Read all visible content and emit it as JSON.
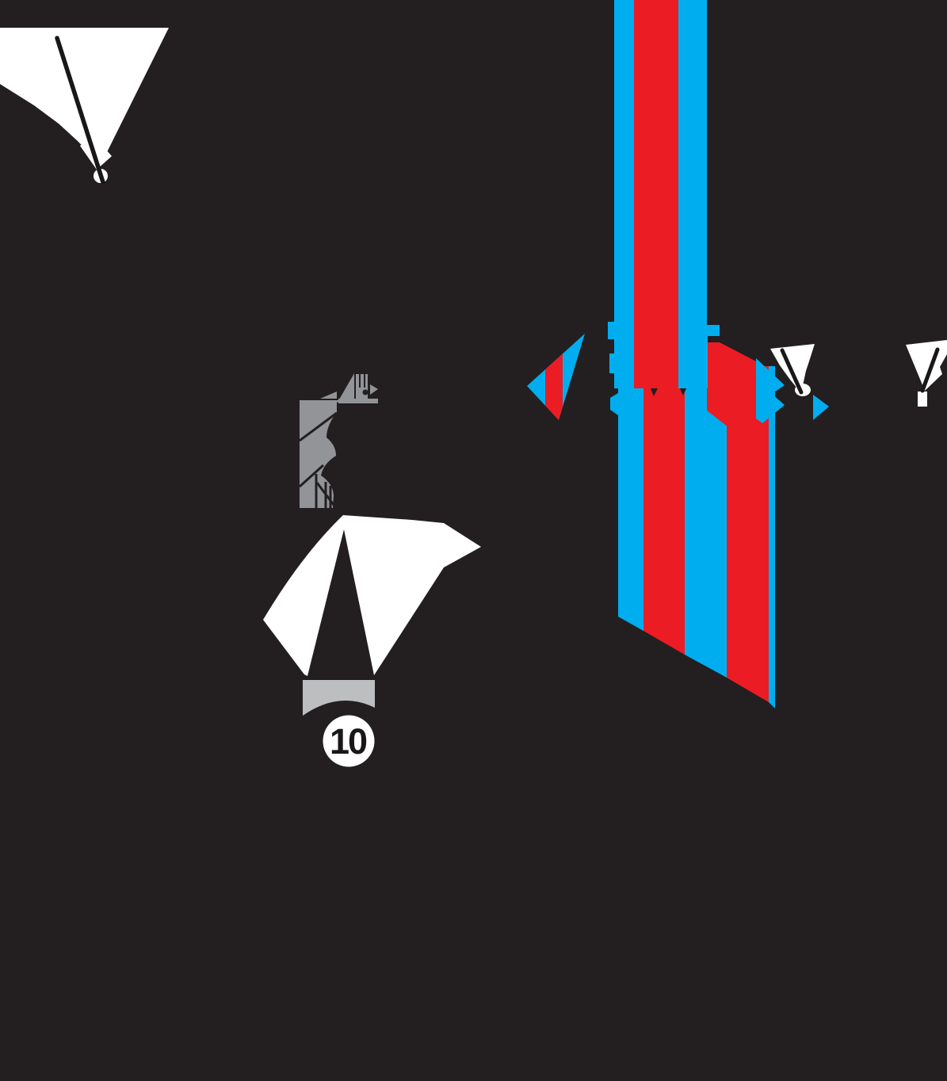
{
  "badge": {
    "number": "10"
  },
  "palette": {
    "background": "#231F20",
    "red": "#EC1C24",
    "blue": "#00AEEF",
    "white": "#FFFFFF",
    "gray_dark": "#929497",
    "gray_light": "#BCBEBF",
    "ink": "#1A1718"
  },
  "elements": {
    "top_left_pennant": "white pennant flag with black pole, upper left corner",
    "striped_cascade": "vertical red and blue striped column widening into a five-stripe block with diagonal lower edge",
    "left_splash_arrow": "small blue and red striped triangle left of the cascade",
    "right_flag_inner": "small white pennant with black pole beside cascade",
    "right_flag_edge": "small white pennant with black pole at right image edge",
    "cliff": "gray cliff block with crack lines",
    "bridge_structure": "small gray structure with pillars atop the cliff",
    "tent": "large white peaked shape with dark inverted-V opening",
    "ribbon": "light gray curved ribbon below the tent",
    "hole_badge": "white circle badge with number"
  }
}
